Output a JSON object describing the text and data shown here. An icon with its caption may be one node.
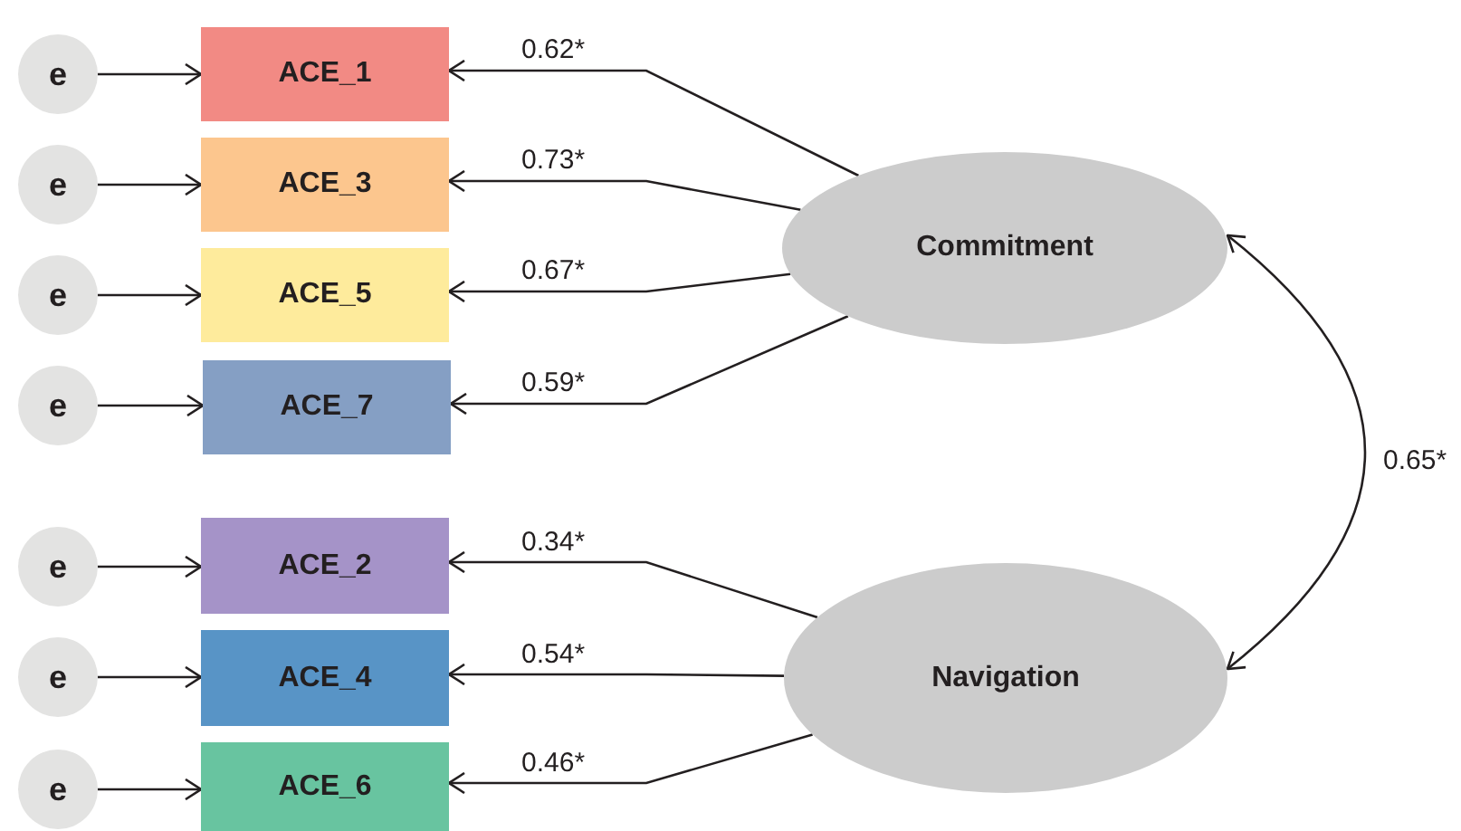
{
  "diagram": {
    "nodes": [
      {
        "text": [
          "e"
        ]
      },
      {
        "text": [
          "e"
        ]
      },
      {
        "text": [
          "e"
        ]
      },
      {
        "text": [
          "e"
        ]
      },
      {
        "text": [
          "e"
        ]
      },
      {
        "text": [
          "e"
        ]
      },
      {
        "text": [
          "e"
        ]
      },
      {
        "text": [
          "ACE_1"
        ]
      },
      {
        "text": [
          "ACE_3"
        ]
      },
      {
        "text": [
          "ACE_5"
        ]
      },
      {
        "text": [
          "ACE_7"
        ]
      },
      {
        "text": [
          "ACE_2"
        ]
      },
      {
        "text": [
          "ACE_4"
        ]
      },
      {
        "text": [
          "ACE_6"
        ]
      },
      {
        "text": [
          "Commitment"
        ]
      },
      {
        "text": [
          "Navigation"
        ]
      }
    ],
    "edges": [
      {
        "from": 0,
        "to": 7,
        "arrow": "to"
      },
      {
        "from": 1,
        "to": 8,
        "arrow": "to"
      },
      {
        "from": 2,
        "to": 9,
        "arrow": "to"
      },
      {
        "from": 3,
        "to": 10,
        "arrow": "to"
      },
      {
        "from": 4,
        "to": 11,
        "arrow": "to"
      },
      {
        "from": 5,
        "to": 12,
        "arrow": "to"
      },
      {
        "from": 6,
        "to": 13,
        "arrow": "to"
      },
      {
        "from": 14,
        "to": 7,
        "arrow": "to",
        "label": "0.62*"
      },
      {
        "from": 14,
        "to": 8,
        "arrow": "to",
        "label": "0.73*"
      },
      {
        "from": 14,
        "to": 9,
        "arrow": "to",
        "label": "0.67*"
      },
      {
        "from": 14,
        "to": 10,
        "arrow": "to",
        "label": "0.59*"
      },
      {
        "from": 15,
        "to": 11,
        "arrow": "to",
        "label": "0.34*"
      },
      {
        "from": 15,
        "to": 12,
        "arrow": "to",
        "label": "0.54*"
      },
      {
        "from": 15,
        "to": 13,
        "arrow": "to",
        "label": "0.46*"
      },
      {
        "from": 14,
        "to": 15,
        "arrow": "both",
        "label": "0.65*"
      }
    ]
  }
}
